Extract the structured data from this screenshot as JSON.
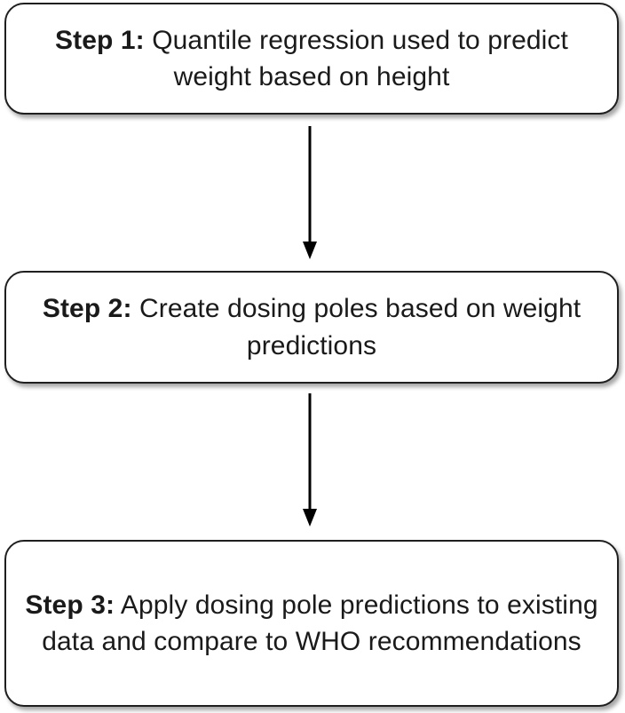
{
  "steps": [
    {
      "label": "Step 1:",
      "text": "Quantile regression used to predict weight based on height"
    },
    {
      "label": "Step 2:",
      "text": "Create dosing poles based on weight predictions"
    },
    {
      "label": "Step 3:",
      "text": "Apply dosing pole predictions to existing data and compare to WHO recommendations"
    }
  ],
  "colors": {
    "border": "#1f1f1f",
    "arrow": "#000000",
    "background": "#ffffff"
  }
}
